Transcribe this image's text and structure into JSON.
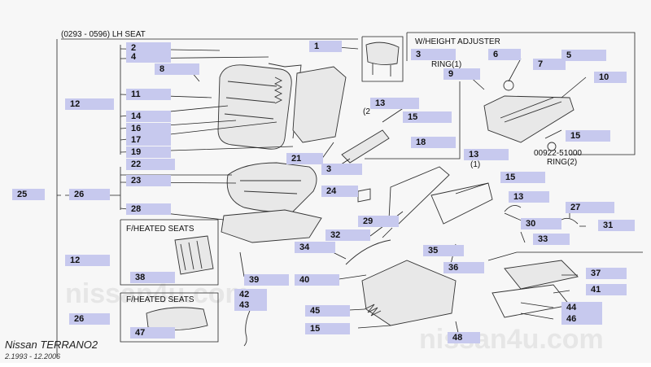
{
  "header": {
    "title": "(0293 - 0596) LH SEAT"
  },
  "boxes": {
    "height_adjuster": "W/HEIGHT ADJUSTER",
    "heated_seats_1": "F/HEATED SEATS",
    "heated_seats_2": "F/HEATED SEATS"
  },
  "notes": {
    "ring1": "RING(1)",
    "ring2": "RING(2)",
    "part_no": "00922-51000",
    "note_2": "(2",
    "note_1": "(1)"
  },
  "footer": {
    "brand": "Nissan TERRANO2",
    "dates": "2.1993 - 12.2006",
    "watermark": "nissan4u.com"
  },
  "callouts": [
    {
      "id": "c1",
      "text": "1"
    },
    {
      "id": "c2",
      "text": "2"
    },
    {
      "id": "c4",
      "text": "4"
    },
    {
      "id": "c8",
      "text": "8"
    },
    {
      "id": "c11",
      "text": "11"
    },
    {
      "id": "c12a",
      "text": "12"
    },
    {
      "id": "c14",
      "text": "14"
    },
    {
      "id": "c16",
      "text": "16"
    },
    {
      "id": "c17",
      "text": "17"
    },
    {
      "id": "c19",
      "text": "19"
    },
    {
      "id": "c21",
      "text": "21"
    },
    {
      "id": "c3a",
      "text": "3"
    },
    {
      "id": "c13a",
      "text": "13"
    },
    {
      "id": "c15a",
      "text": "15"
    },
    {
      "id": "c18",
      "text": "18"
    },
    {
      "id": "c3b",
      "text": "3"
    },
    {
      "id": "c6",
      "text": "6"
    },
    {
      "id": "c7",
      "text": "7"
    },
    {
      "id": "c5",
      "text": "5"
    },
    {
      "id": "c9",
      "text": "9"
    },
    {
      "id": "c10",
      "text": "10"
    },
    {
      "id": "c15b",
      "text": "15"
    },
    {
      "id": "c13b",
      "text": "13"
    },
    {
      "id": "c15c",
      "text": "15"
    },
    {
      "id": "c25",
      "text": "25"
    },
    {
      "id": "c26a",
      "text": "26"
    },
    {
      "id": "c22",
      "text": "22"
    },
    {
      "id": "c23",
      "text": "23"
    },
    {
      "id": "c24",
      "text": "24"
    },
    {
      "id": "c28",
      "text": "28"
    },
    {
      "id": "c29",
      "text": "29"
    },
    {
      "id": "c13c",
      "text": "13"
    },
    {
      "id": "c27",
      "text": "27"
    },
    {
      "id": "c30",
      "text": "30"
    },
    {
      "id": "c31",
      "text": "31"
    },
    {
      "id": "c32",
      "text": "32"
    },
    {
      "id": "c33",
      "text": "33"
    },
    {
      "id": "c12b",
      "text": "12"
    },
    {
      "id": "c34",
      "text": "34"
    },
    {
      "id": "c35",
      "text": "35"
    },
    {
      "id": "c36",
      "text": "36"
    },
    {
      "id": "c38",
      "text": "38"
    },
    {
      "id": "c39",
      "text": "39"
    },
    {
      "id": "c40",
      "text": "40"
    },
    {
      "id": "c37",
      "text": "37"
    },
    {
      "id": "c41",
      "text": "41"
    },
    {
      "id": "c42",
      "text": "42"
    },
    {
      "id": "c43",
      "text": "43"
    },
    {
      "id": "c45",
      "text": "45"
    },
    {
      "id": "c44",
      "text": "44"
    },
    {
      "id": "c46",
      "text": "46"
    },
    {
      "id": "c26b",
      "text": "26"
    },
    {
      "id": "c15d",
      "text": "15"
    },
    {
      "id": "c47",
      "text": "47"
    },
    {
      "id": "c48",
      "text": "48"
    }
  ]
}
